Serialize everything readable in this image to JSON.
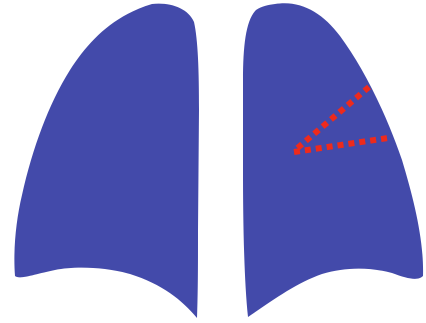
{
  "diagram": {
    "subject": "lungs",
    "colors": {
      "background": "#ffffff",
      "lung_fill": "#434aaa",
      "marker": "#ee2a1c"
    },
    "marker": {
      "style": "dotted",
      "shape": "wedge",
      "location": "left-lung-upper-lateral"
    }
  }
}
